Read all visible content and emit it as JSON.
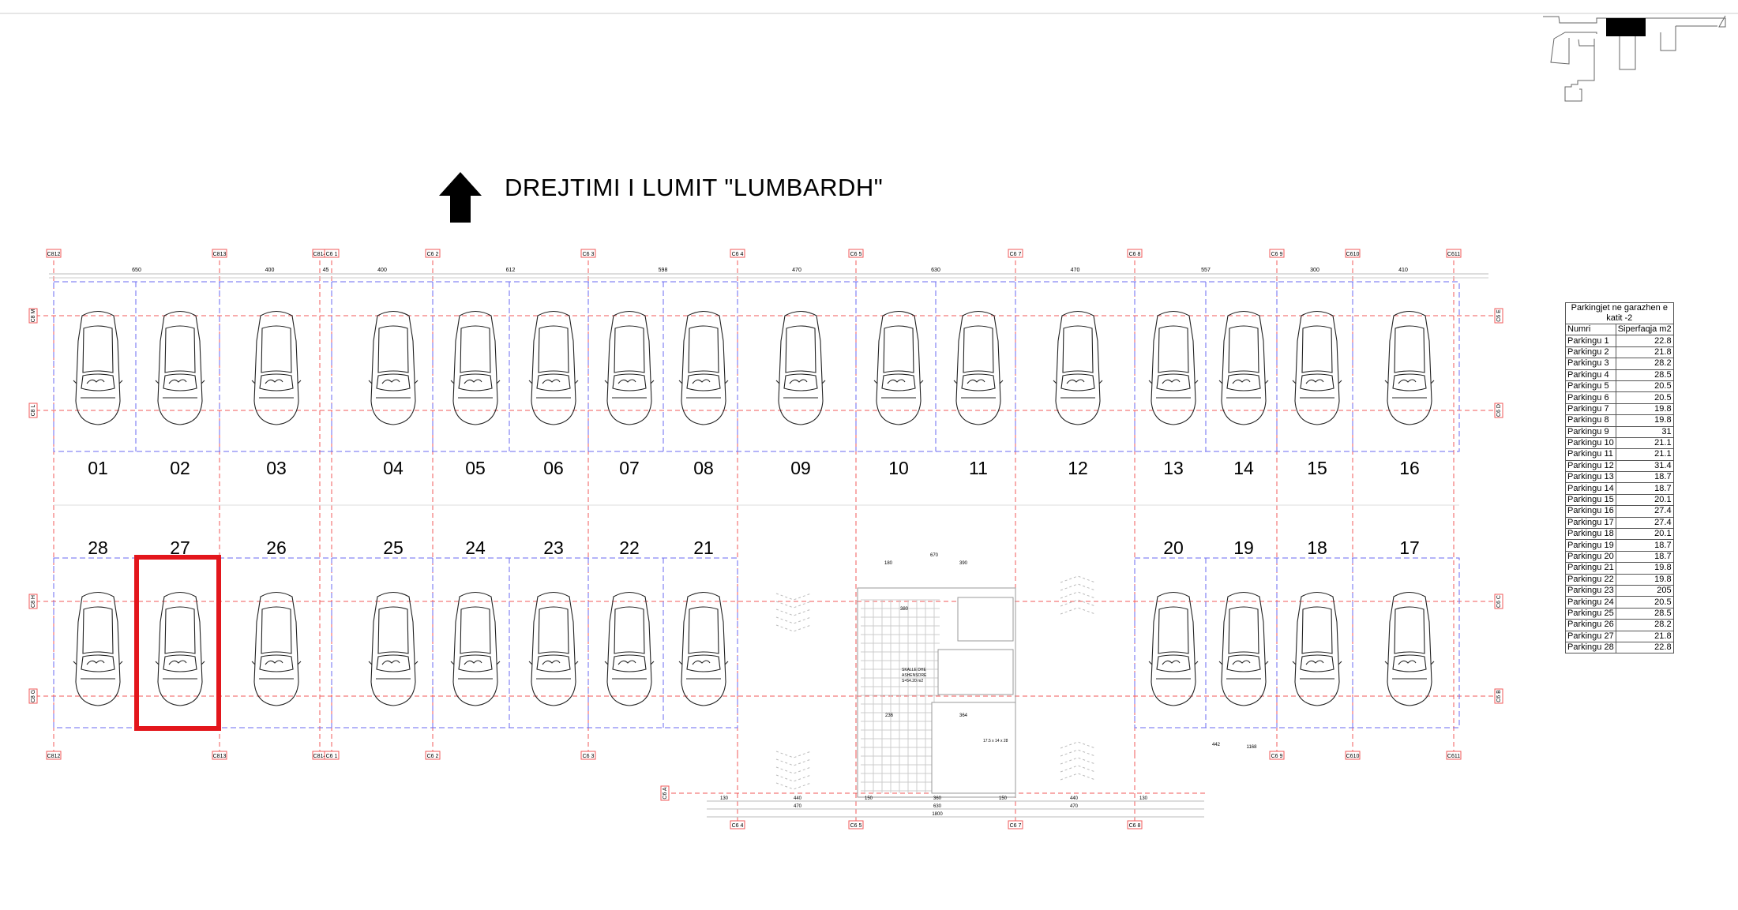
{
  "title": "DREJTIMI  I LUMIT \"LUMBARDH\"",
  "grid_labels_top": [
    "C812",
    "C813",
    "C814",
    "C6 1",
    "C6 2",
    "C6 3",
    "C6 4",
    "C6 5",
    "C6 7",
    "C6 8",
    "C6 9",
    "C610",
    "C611"
  ],
  "grid_labels_bottom": [
    "C812",
    "C813",
    "C814",
    "C6 1",
    "C6 2",
    "C6 3",
    "C6 9",
    "C610",
    "C611"
  ],
  "grid_labels_core": [
    "C6 4",
    "C6 5",
    "C6 7",
    "C6 8"
  ],
  "grid_labels_side": [
    "C8 M",
    "C8 L",
    "C8 H",
    "C8 G",
    "C6 E",
    "C6 D",
    "C6 C",
    "C6 B",
    "C6 A"
  ],
  "top_dimensions": [
    "650",
    "400",
    "45",
    "400",
    "612",
    "598",
    "470",
    "630",
    "470",
    "557",
    "300",
    "410"
  ],
  "core_dimensions": [
    "130",
    "440",
    "150",
    "360",
    "150",
    "440",
    "130",
    "470",
    "630",
    "470",
    "1800",
    "670",
    "180",
    "390",
    "380",
    "236",
    "364",
    "442",
    "1168"
  ],
  "core_note": [
    "SKALLE DHE",
    "ASHENSORE",
    "S=54.20 m2",
    "17.5 x 14 x 28"
  ],
  "spots_top": [
    "01",
    "02",
    "03",
    "04",
    "05",
    "06",
    "07",
    "08",
    "09",
    "10",
    "11",
    "12",
    "13",
    "14",
    "15",
    "16"
  ],
  "spots_bottom": [
    "28",
    "27",
    "26",
    "25",
    "24",
    "23",
    "22",
    "21",
    "20",
    "19",
    "18",
    "17"
  ],
  "highlighted_spot": "27",
  "colors": {
    "grid": "#f05a5a",
    "spot_line": "#6a6af0",
    "highlight": "#e3161c"
  },
  "table": {
    "title_line1": "Parkingjet ne garazhen e",
    "title_line2": "katit -2",
    "col_num": "Numri",
    "col_area": "Siperfaqja m2",
    "rows": [
      [
        "Parkingu 1",
        "22.8"
      ],
      [
        "Parkingu 2",
        "21.8"
      ],
      [
        "Parkingu 3",
        "28.2"
      ],
      [
        "Parkingu 4",
        "28.5"
      ],
      [
        "Parkingu 5",
        "20.5"
      ],
      [
        "Parkingu 6",
        "20.5"
      ],
      [
        "Parkingu 7",
        "19.8"
      ],
      [
        "Parkingu 8",
        "19.8"
      ],
      [
        "Parkingu 9",
        "31"
      ],
      [
        "Parkingu 10",
        "21.1"
      ],
      [
        "Parkingu 11",
        "21.1"
      ],
      [
        "Parkingu 12",
        "31.4"
      ],
      [
        "Parkingu 13",
        "18.7"
      ],
      [
        "Parkingu 14",
        "18.7"
      ],
      [
        "Parkingu 15",
        "20.1"
      ],
      [
        "Parkingu 16",
        "27.4"
      ],
      [
        "Parkingu 17",
        "27.4"
      ],
      [
        "Parkingu 18",
        "20.1"
      ],
      [
        "Parkingu 19",
        "18.7"
      ],
      [
        "Parkingu 20",
        "18.7"
      ],
      [
        "Parkingu 21",
        "19.8"
      ],
      [
        "Parkingu 22",
        "19.8"
      ],
      [
        "Parkingu 23",
        "205"
      ],
      [
        "Parkingu 24",
        "20.5"
      ],
      [
        "Parkingu 25",
        "28.5"
      ],
      [
        "Parkingu 26",
        "28.2"
      ],
      [
        "Parkingu 27",
        "21.8"
      ],
      [
        "Parkingu 28",
        "22.8"
      ]
    ]
  }
}
